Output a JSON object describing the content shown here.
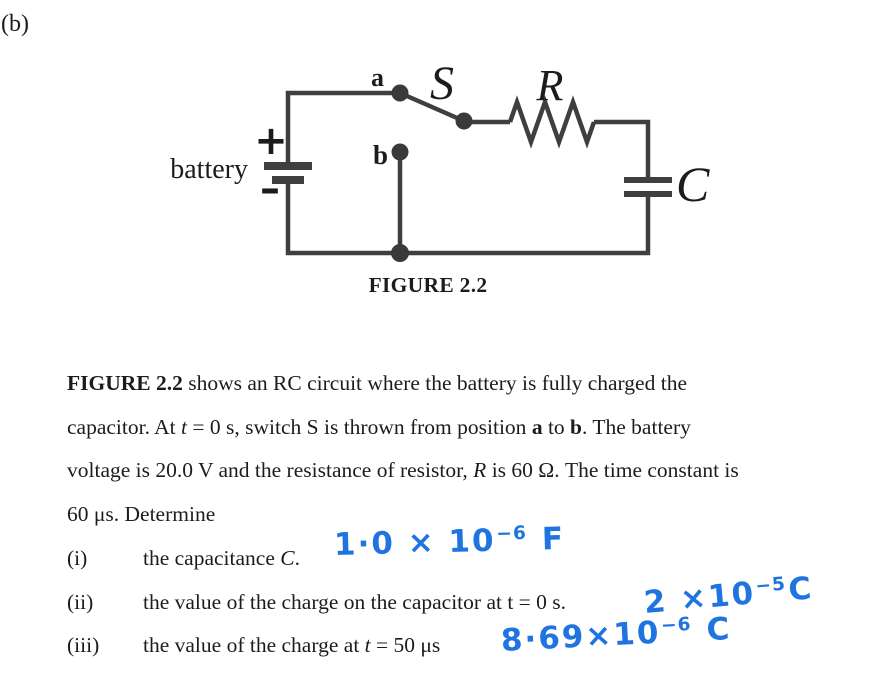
{
  "page": {
    "part_label": "(b)"
  },
  "figure": {
    "caption": "FIGURE 2.2",
    "labels": {
      "battery": "battery",
      "plus": "+",
      "minus": "–",
      "node_a": "a",
      "switch": "S",
      "node_b": "b",
      "resistor": "R",
      "capacitor": "C"
    }
  },
  "paragraph": {
    "line1": {
      "s0": "FIGURE 2.2",
      "s1": " shows an RC circuit where the battery is fully charged the"
    },
    "line2": {
      "s0": "capacitor. At ",
      "s1": "t",
      "s2": " = 0 s, switch S is thrown from position ",
      "s3": "a",
      "s4": " to ",
      "s5": "b",
      "s6": ". The battery"
    },
    "line3": {
      "s0": "voltage is 20.0 V and the resistance of resistor, ",
      "s1": "R",
      "s2": " is 60 Ω. The time constant is"
    },
    "line4": {
      "s0": "60 μs. Determine"
    }
  },
  "questions": [
    {
      "num": "(i)",
      "s0": "the capacitance ",
      "s1": "C",
      "s2": ".",
      "answer": {
        "mantissa": "1·0 × 10",
        "exponent": "−6",
        "unit": " F"
      }
    },
    {
      "num": "(ii)",
      "s0": "the value of the charge on the capacitor at t = 0 s.",
      "s1": "",
      "s2": "",
      "answer": {
        "mantissa": "2 ×10",
        "exponent": "−5",
        "unit": "C"
      }
    },
    {
      "num": "(iii)",
      "s0": "the value of the charge at ",
      "s1": "t",
      "s2": " = 50 μs",
      "answer": {
        "mantissa": "8·69×10",
        "exponent": "−6",
        "unit": " C"
      }
    }
  ],
  "colors": {
    "ink": "#1c1c1c",
    "annotation_blue": "#1f74e0",
    "wire": "#3f3f3f"
  }
}
